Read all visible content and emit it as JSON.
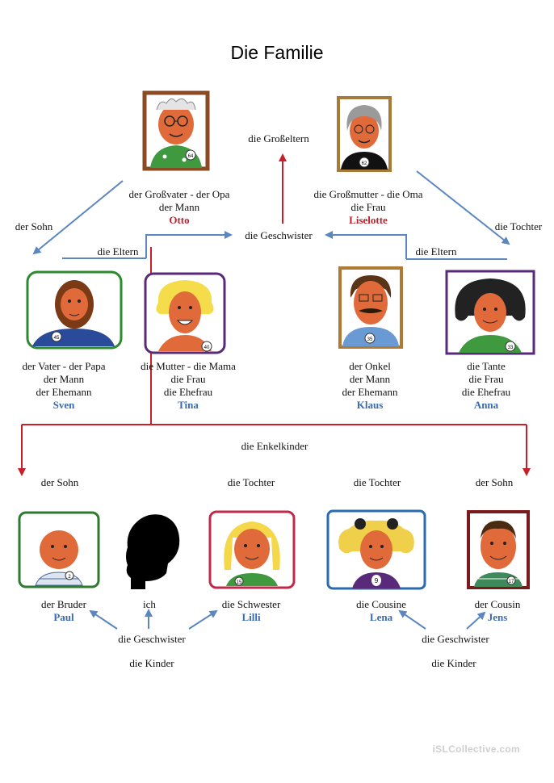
{
  "title": "Die Familie",
  "colors": {
    "red": "#c0202a",
    "blue": "#3a6ab0",
    "arrow_blue": "#5b86bf",
    "red_line": "#c8202a"
  },
  "grandparents_label": "die Großeltern",
  "grandfather": {
    "line1": "der Großvater - der Opa",
    "line2": "der Mann",
    "name": "Otto",
    "badge": "64"
  },
  "grandmother": {
    "line1": "die Großmutter - die Oma",
    "line2": "die Frau",
    "name": "Liselotte",
    "badge": "62"
  },
  "left_son": "der Sohn",
  "right_daughter": "die Tochter",
  "middle_siblings": "die Geschwister",
  "left_parents": "die Eltern",
  "right_parents": "die Eltern",
  "father": {
    "line1": "der Vater - der Papa",
    "line2": "der Mann",
    "line3": "der Ehemann",
    "name": "Sven",
    "badge": "45"
  },
  "mother": {
    "line1": "die Mutter - die Mama",
    "line2": "die Frau",
    "line3": "die Ehefrau",
    "name": "Tina",
    "badge": "40"
  },
  "uncle": {
    "line1": "der Onkel",
    "line2": "der Mann",
    "line3": "der Ehemann",
    "name": "Klaus",
    "badge": "35"
  },
  "aunt": {
    "line1": "die Tante",
    "line2": "die Frau",
    "line3": "die Ehefrau",
    "name": "Anna",
    "badge": "33"
  },
  "grandchildren_label": "die Enkelkinder",
  "child_roles": [
    "der Sohn",
    "die Tochter",
    "die Tochter",
    "der Sohn"
  ],
  "brother": {
    "line1": "der Bruder",
    "name": "Paul",
    "badge": "2"
  },
  "me": {
    "line1": "ich"
  },
  "sister": {
    "line1": "die Schwester",
    "name": "Lilli",
    "badge": "15"
  },
  "cousine": {
    "line1": "die Cousine",
    "name": "Lena",
    "badge": "9"
  },
  "cousin": {
    "line1": "der Cousin",
    "name": "Jens",
    "badge": "17"
  },
  "bottom_left": {
    "siblings": "die Geschwister",
    "children": "die Kinder"
  },
  "bottom_right": {
    "siblings": "die Geschwister",
    "children": "die Kinder"
  },
  "watermark": "iSLCollective.com",
  "icons": [
    "portrait-grandfather-icon",
    "portrait-grandmother-icon",
    "portrait-father-icon",
    "portrait-mother-icon",
    "portrait-uncle-icon",
    "portrait-aunt-icon",
    "portrait-brother-icon",
    "silhouette-icon",
    "portrait-sister-icon",
    "portrait-cousine-icon",
    "portrait-cousin-icon"
  ]
}
